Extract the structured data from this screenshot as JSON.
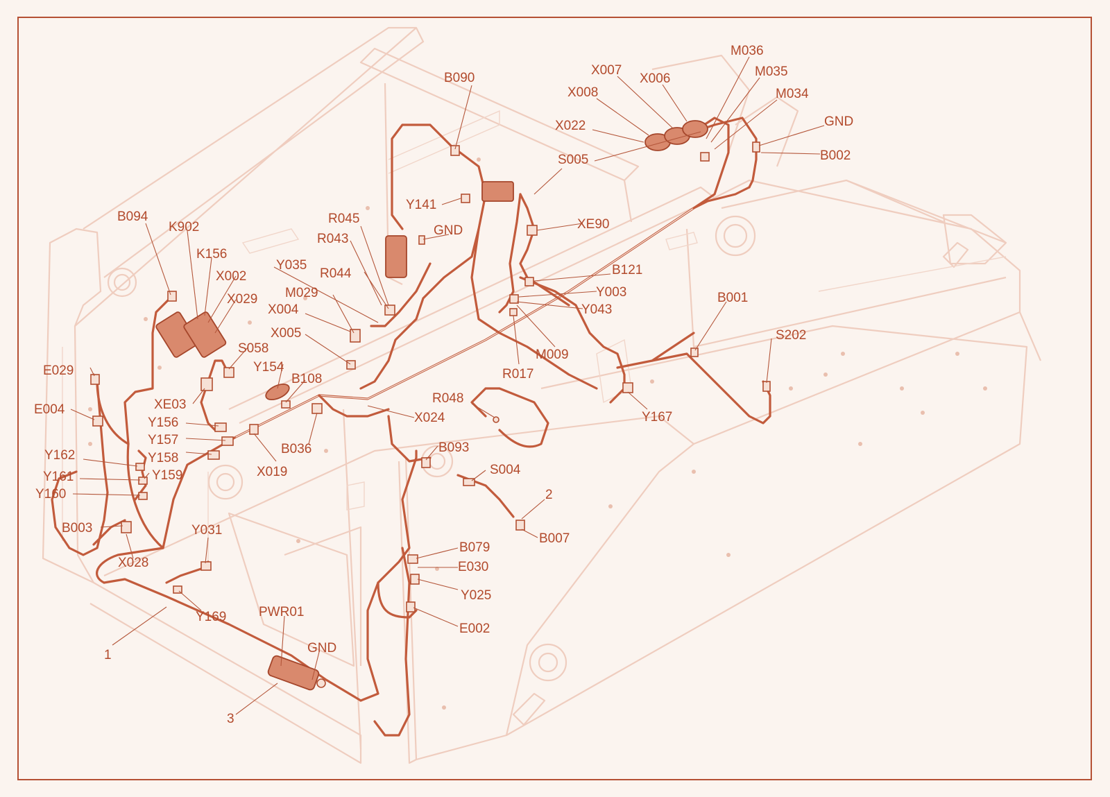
{
  "callouts": [
    {
      "id": "B090",
      "text": "B090"
    },
    {
      "id": "M036",
      "text": "M036"
    },
    {
      "id": "X007",
      "text": "X007"
    },
    {
      "id": "X006",
      "text": "X006"
    },
    {
      "id": "M035",
      "text": "M035"
    },
    {
      "id": "X008",
      "text": "X008"
    },
    {
      "id": "M034",
      "text": "M034"
    },
    {
      "id": "GND_TOP",
      "text": "GND"
    },
    {
      "id": "X022",
      "text": "X022"
    },
    {
      "id": "B002",
      "text": "B002"
    },
    {
      "id": "S005",
      "text": "S005"
    },
    {
      "id": "Y141",
      "text": "Y141"
    },
    {
      "id": "B094",
      "text": "B094"
    },
    {
      "id": "K902",
      "text": "K902"
    },
    {
      "id": "R045",
      "text": "R045"
    },
    {
      "id": "GND_MID",
      "text": "GND"
    },
    {
      "id": "XE90",
      "text": "XE90"
    },
    {
      "id": "R043",
      "text": "R043"
    },
    {
      "id": "K156",
      "text": "K156"
    },
    {
      "id": "Y035",
      "text": "Y035"
    },
    {
      "id": "X002",
      "text": "X002"
    },
    {
      "id": "R044",
      "text": "R044"
    },
    {
      "id": "B121",
      "text": "B121"
    },
    {
      "id": "M029",
      "text": "M029"
    },
    {
      "id": "Y003",
      "text": "Y003"
    },
    {
      "id": "X029",
      "text": "X029"
    },
    {
      "id": "X004",
      "text": "X004"
    },
    {
      "id": "Y043",
      "text": "Y043"
    },
    {
      "id": "B001",
      "text": "B001"
    },
    {
      "id": "X005",
      "text": "X005"
    },
    {
      "id": "S202",
      "text": "S202"
    },
    {
      "id": "S058",
      "text": "S058"
    },
    {
      "id": "M009",
      "text": "M009"
    },
    {
      "id": "E029",
      "text": "E029"
    },
    {
      "id": "Y154",
      "text": "Y154"
    },
    {
      "id": "R017",
      "text": "R017"
    },
    {
      "id": "B108",
      "text": "B108"
    },
    {
      "id": "XE03",
      "text": "XE03"
    },
    {
      "id": "R048",
      "text": "R048"
    },
    {
      "id": "E004",
      "text": "E004"
    },
    {
      "id": "Y167",
      "text": "Y167"
    },
    {
      "id": "X024",
      "text": "X024"
    },
    {
      "id": "Y156",
      "text": "Y156"
    },
    {
      "id": "Y157",
      "text": "Y157"
    },
    {
      "id": "B036",
      "text": "B036"
    },
    {
      "id": "B093",
      "text": "B093"
    },
    {
      "id": "Y162",
      "text": "Y162"
    },
    {
      "id": "Y158",
      "text": "Y158"
    },
    {
      "id": "S004",
      "text": "S004"
    },
    {
      "id": "X019",
      "text": "X019"
    },
    {
      "id": "Y161",
      "text": "Y161"
    },
    {
      "id": "Y159",
      "text": "Y159"
    },
    {
      "id": "N2",
      "text": "2"
    },
    {
      "id": "Y160",
      "text": "Y160"
    },
    {
      "id": "Y031",
      "text": "Y031"
    },
    {
      "id": "B003",
      "text": "B003"
    },
    {
      "id": "B007",
      "text": "B007"
    },
    {
      "id": "B079",
      "text": "B079"
    },
    {
      "id": "X028",
      "text": "X028"
    },
    {
      "id": "E030",
      "text": "E030"
    },
    {
      "id": "Y025",
      "text": "Y025"
    },
    {
      "id": "PWR01",
      "text": "PWR01"
    },
    {
      "id": "Y169",
      "text": "Y169"
    },
    {
      "id": "E002",
      "text": "E002"
    },
    {
      "id": "GND_BOT",
      "text": "GND"
    },
    {
      "id": "N1",
      "text": "1"
    },
    {
      "id": "N3",
      "text": "3"
    }
  ],
  "colors": {
    "background": "#fbf4ef",
    "frame": "#b55034",
    "chassis_line": "#efcdbf",
    "harness": "#c25b3c",
    "label": "#b24a2c"
  }
}
